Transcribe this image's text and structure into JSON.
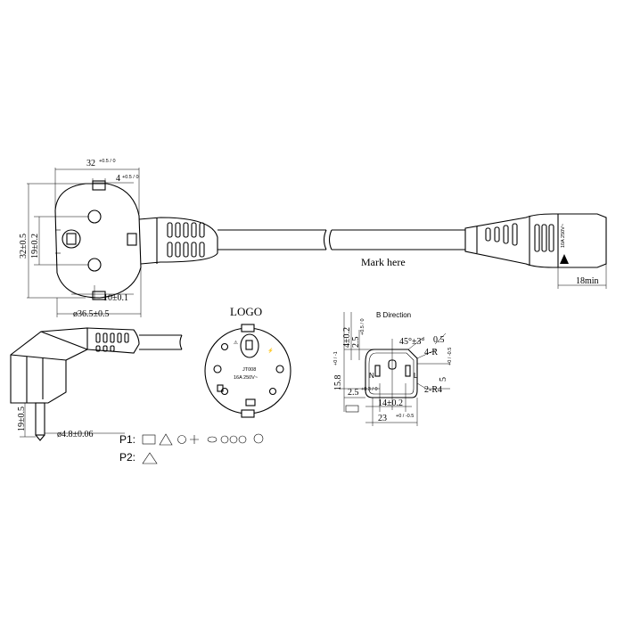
{
  "drawing": {
    "top_view": {
      "dim_width": "32",
      "dim_width_tol": "+0.5 / 0",
      "dim_4": "4",
      "dim_4_tol": "+0.5 / 0",
      "dim_height": "32±0.5",
      "dim_19": "19±0.2",
      "dim_10": "10±0.1",
      "dim_dia": "ø36.5±0.5",
      "mark_here": "Mark here",
      "cable_length": "18min",
      "connector_rating": "10A 250V~"
    },
    "face_view": {
      "logo": "LOGO",
      "model": "JT008",
      "rating": "16A 250V~"
    },
    "side_view": {
      "dim_19": "19±0.5",
      "dim_pin": "ø4.8±0.06"
    },
    "c13_view": {
      "title": "B Direction",
      "dim_4": "4±0.2",
      "dim_25_top": "2.5",
      "dim_25_top_tol": "+0.5 / 0",
      "dim_158": "15.8",
      "dim_158_tol": "+0 / -1",
      "dim_25_left": "2.5",
      "dim_25_left_tol": "+0.3 / 0",
      "dim_14": "14±0.2",
      "dim_23": "23",
      "dim_23_tol": "+0 / -0.5",
      "dim_45": "45°±3°",
      "dim_4r": "4-R",
      "dim_4r_val": "0.5",
      "dim_5": "5",
      "dim_5_tol": "+0 / -0.5",
      "dim_2r4": "2-R4",
      "pin_n": "N",
      "pin_l": "L"
    },
    "approvals": {
      "p1_label": "P1:",
      "p2_label": "P2:"
    }
  }
}
